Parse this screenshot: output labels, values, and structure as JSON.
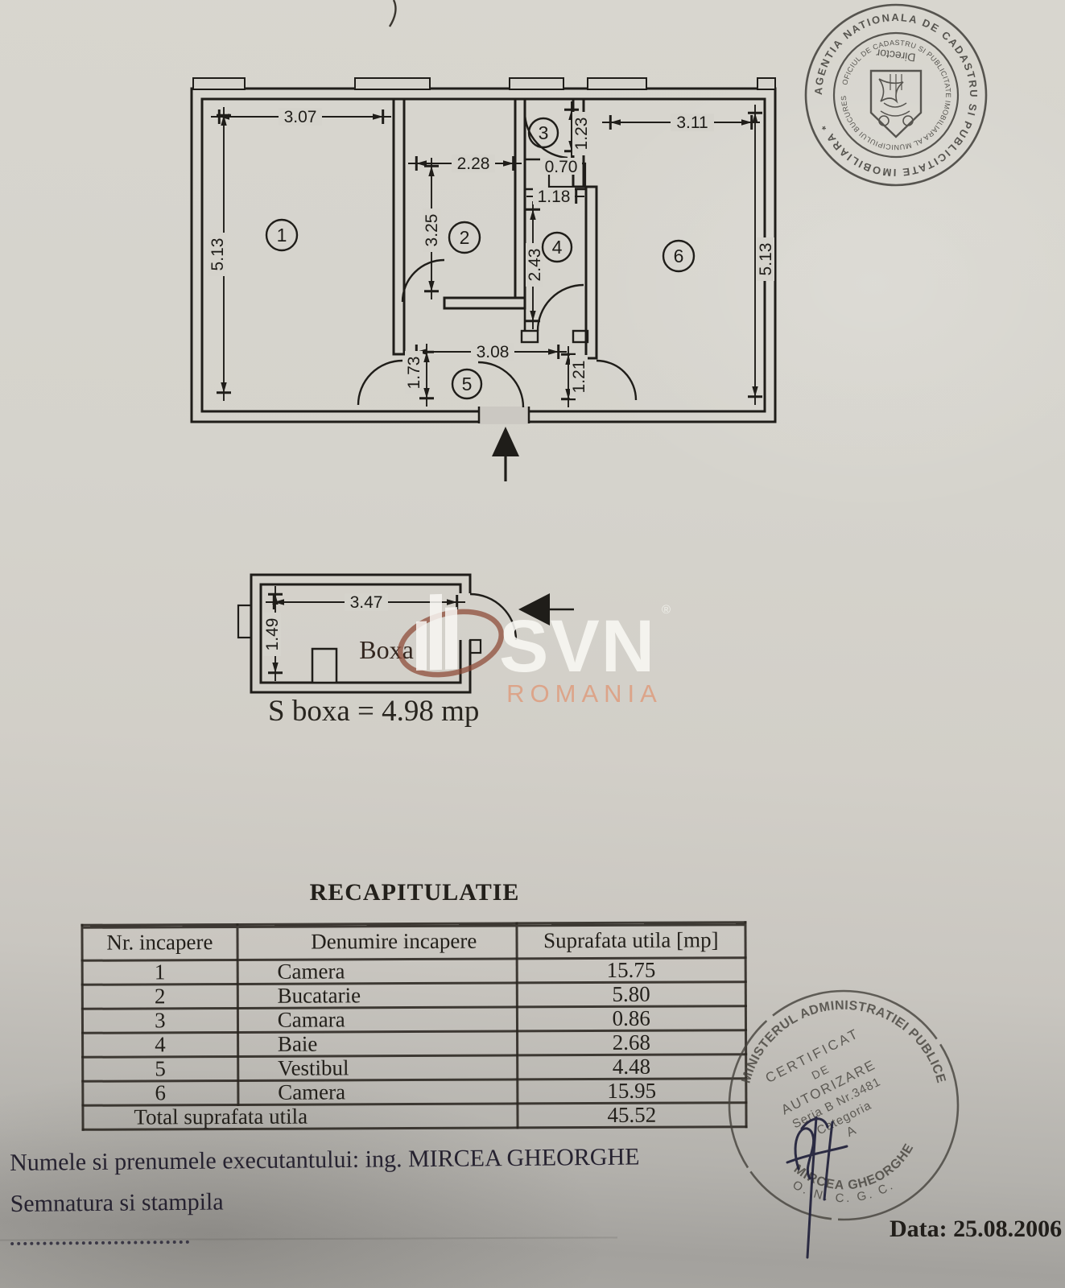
{
  "colors": {
    "paper": "#d5d3cc",
    "ink": "#26231f",
    "watermark_orange": "#e2875f",
    "stamp_ink": "#45423d"
  },
  "plan": {
    "room_numbers": [
      "1",
      "2",
      "3",
      "4",
      "5",
      "6"
    ],
    "dims": {
      "room1_width": "3.07",
      "room1_height": "5.13",
      "room2_width": "2.28",
      "room2_height": "3.25",
      "camara_height": "1.23",
      "camara_door": "0.70",
      "baie_width": "1.18",
      "baie_height": "2.43",
      "vestibul_width": "3.08",
      "vestibul_left_height": "1.73",
      "vestibul_right_height": "1.21",
      "room6_width": "3.11",
      "room6_height": "5.13"
    }
  },
  "boxa": {
    "label": "Boxa",
    "width_label": "3.47",
    "depth_label": "1.49",
    "area_label": "S boxa = 4.98 mp"
  },
  "watermark": {
    "brand": "SVN",
    "region": "ROMANIA",
    "reg_mark": "®"
  },
  "stamps": {
    "cadastre": {
      "outer_ring": "AGENTIA NATIONALA DE CADASTRU SI PUBLICITATE IMOBILIARA *",
      "inner_ring": "OFICIUL DE CADASTRU SI PUBLICITATE IMOBILIARA AL MUNICIPIULUI BUCURESTI *",
      "title": "Director"
    },
    "ministry": {
      "ring_top": "MINISTERUL ADMINISTRATIEI PUBLICE",
      "ring_bottom": "O. N. C. G. C.",
      "cert_line1": "CERTIFICAT",
      "cert_line2": "DE",
      "cert_line3": "AUTORIZARE",
      "cert_line4": "Seria B Nr.3481",
      "cert_line5": "Categoria",
      "cert_line6": "A",
      "holder": "MIRCEA GHEORGHE"
    }
  },
  "recap": {
    "title": "RECAPITULATIE",
    "headers": [
      "Nr. incapere",
      "Denumire incapere",
      "Suprafata utila [mp]"
    ],
    "rows": [
      [
        "1",
        "Camera",
        "15.75"
      ],
      [
        "2",
        "Bucatarie",
        "5.80"
      ],
      [
        "3",
        "Camara",
        "0.86"
      ],
      [
        "4",
        "Baie",
        "2.68"
      ],
      [
        "5",
        "Vestibul",
        "4.48"
      ],
      [
        "6",
        "Camera",
        "15.95"
      ]
    ],
    "total_label": "Total suprafata utila",
    "total_value": "45.52"
  },
  "footer": {
    "executor_line": "Numele si prenumele executantului: ing. MIRCEA GHEORGHE",
    "signature_line": "Semnatura si stampila",
    "date_label": "Data: 25.08.2006"
  }
}
